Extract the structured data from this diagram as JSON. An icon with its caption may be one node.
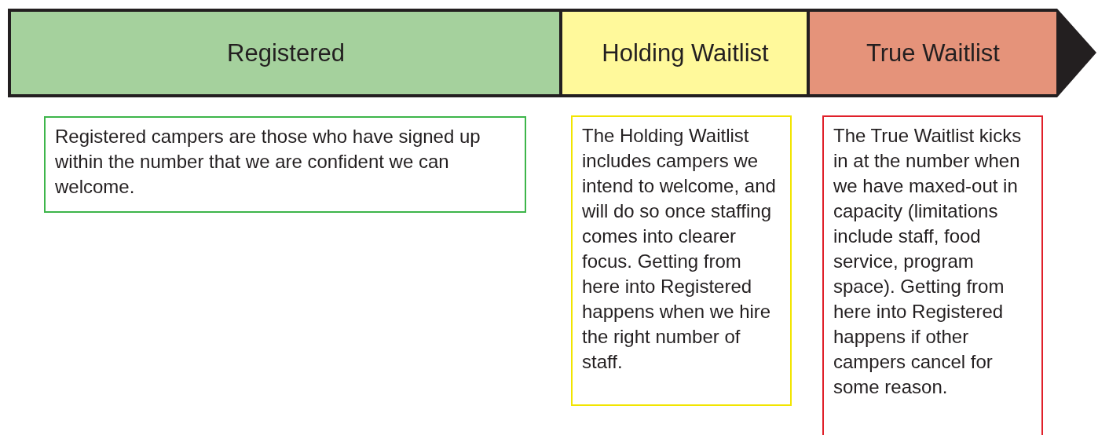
{
  "diagram": {
    "nodes": [
      {
        "text": [
          "Registered"
        ]
      },
      {
        "text": [
          "Holding Waitlist"
        ]
      },
      {
        "text": [
          "True Waitlist"
        ]
      },
      {
        "text": [
          "Registered campers are those who have signed up within the number that we are confident we can welcome."
        ]
      },
      {
        "text": [
          "The Holding Waitlist includes campers we intend to welcome, and will do so once staffing comes into clearer focus. Getting from here into Registered happens when we hire the right number of staff."
        ]
      },
      {
        "text": [
          "The True Waitlist kicks in at the number when we have maxed-out in capacity (limitations include staff, food service, program space). Getting from here into Registered happens if other campers cancel for some reason."
        ]
      }
    ],
    "edges": []
  }
}
